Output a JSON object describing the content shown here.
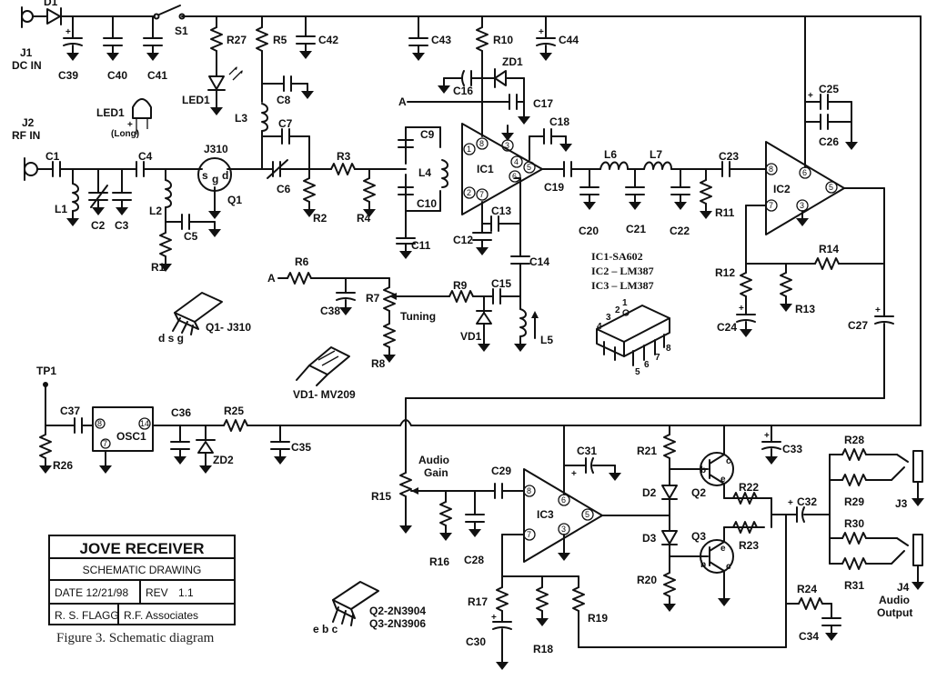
{
  "connectors": {
    "j1": "J1",
    "j1_sub": "DC IN",
    "j2": "J2",
    "j2_sub": "RF IN",
    "tp1": "TP1",
    "j3": "J3",
    "j4": "J4",
    "audio_output": "Audio",
    "audio_output2": "Output"
  },
  "labels": {
    "d1": "D1",
    "s1": "S1",
    "led1": "LED1",
    "led1_part": "LED1",
    "led1_pol": "+",
    "led1_long": "(Long)",
    "j310": "J310",
    "q1": "Q1",
    "q1_part": "Q1- J310",
    "q1_pins": "d s g",
    "sg_s": "s",
    "sg_g": "g",
    "sg_d": "d",
    "ic1": "IC1",
    "ic2": "IC2",
    "ic3": "IC3",
    "osc1": "OSC1",
    "vd1": "VD1",
    "vd1_part": "VD1- MV209",
    "tuning": "Tuning",
    "audio_gain": "Audio",
    "audio_gain2": "Gain",
    "zd1": "ZD1",
    "zd2": "ZD2",
    "d2": "D2",
    "d3": "D3",
    "q2": "Q2",
    "q3": "Q3",
    "q23_part": "Q2-2N3904",
    "q23_part2": "Q3-2N3906",
    "q23_pins": "e b c",
    "net_a": "A",
    "net_a2": "A"
  },
  "ic_list": [
    "IC1-SA602",
    "IC2 – LM387",
    "IC3 – LM387"
  ],
  "dip_pins": [
    "1",
    "2",
    "3",
    "4",
    "5",
    "6",
    "7",
    "8"
  ],
  "resistors": [
    "R1",
    "R2",
    "R3",
    "R4",
    "R5",
    "R6",
    "R7",
    "R8",
    "R9",
    "R10",
    "R11",
    "R12",
    "R13",
    "R14",
    "R15",
    "R16",
    "R17",
    "R18",
    "R19",
    "R20",
    "R21",
    "R22",
    "R23",
    "R24",
    "R25",
    "R26",
    "R27",
    "R28",
    "R29",
    "R30",
    "R31"
  ],
  "capacitors": [
    "C1",
    "C2",
    "C3",
    "C4",
    "C5",
    "C6",
    "C7",
    "C8",
    "C9",
    "C10",
    "C11",
    "C12",
    "C13",
    "C14",
    "C15",
    "C16",
    "C17",
    "C18",
    "C19",
    "C20",
    "C21",
    "C22",
    "C23",
    "C24",
    "C25",
    "C26",
    "C27",
    "C28",
    "C29",
    "C30",
    "C31",
    "C32",
    "C33",
    "C34",
    "C35",
    "C36",
    "C37",
    "C38",
    "C39",
    "C40",
    "C41",
    "C42",
    "C43",
    "C44"
  ],
  "inductors": [
    "L1",
    "L2",
    "L3",
    "L4",
    "L5",
    "L6",
    "L7"
  ],
  "title_block": {
    "title": "JOVE RECEIVER",
    "subtitle": "SCHEMATIC DRAWING",
    "date": "DATE 12/21/98",
    "rev": "REV",
    "rev_val": "1.1",
    "author": "R. S. FLAGG",
    "company": "R.F. Associates"
  },
  "caption": "Figure 3.  Schematic diagram"
}
